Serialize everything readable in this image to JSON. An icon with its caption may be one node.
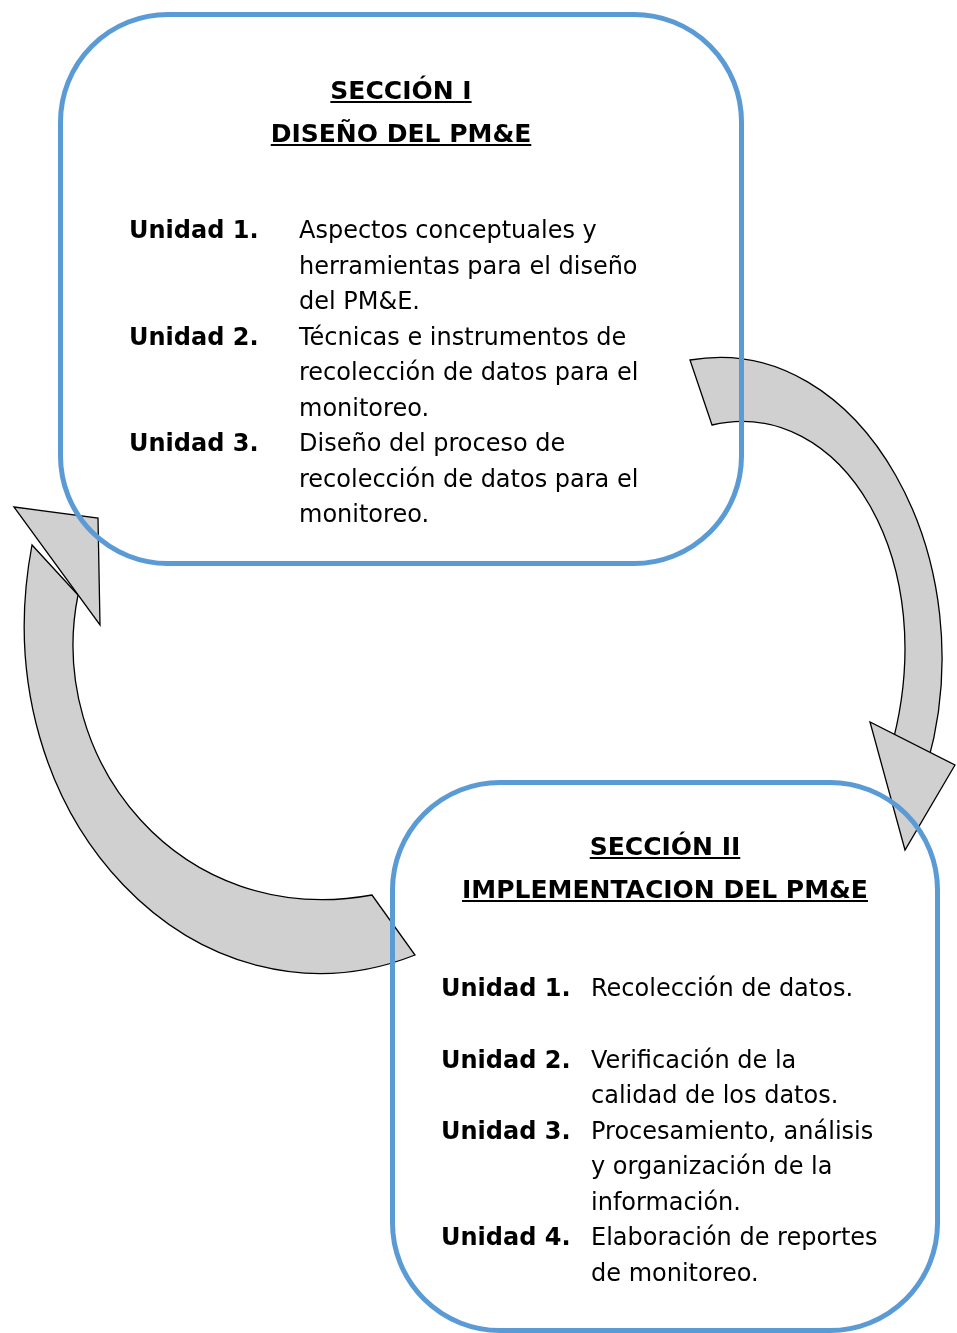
{
  "diagram": {
    "nodes": [
      {
        "text": [
          "SECCIÓN I",
          "DISEÑO DEL PM&E",
          "Unidad 1.",
          "Aspectos conceptuales y herramientas para el diseño del PM&E.",
          "Unidad 2.",
          "Técnicas e instrumentos de recolección de datos para el monitoreo.",
          "Unidad 3.",
          "Diseño del proceso de recolección de datos para el monitoreo."
        ]
      },
      {
        "text": [
          "SECCIÓN II",
          "IMPLEMENTACION DEL PM&E",
          "Unidad 1.",
          "Recolección de datos.",
          "Unidad 2.",
          "Verificación de la calidad de los datos.",
          "Unidad 3.",
          "Procesamiento, análisis y organización de la información.",
          "Unidad 4.",
          "Elaboración de reportes de monitoreo."
        ]
      }
    ],
    "edges": [
      {
        "from": 0,
        "to": 1,
        "arrow": "to"
      },
      {
        "from": 1,
        "to": 0,
        "arrow": "to"
      }
    ]
  }
}
